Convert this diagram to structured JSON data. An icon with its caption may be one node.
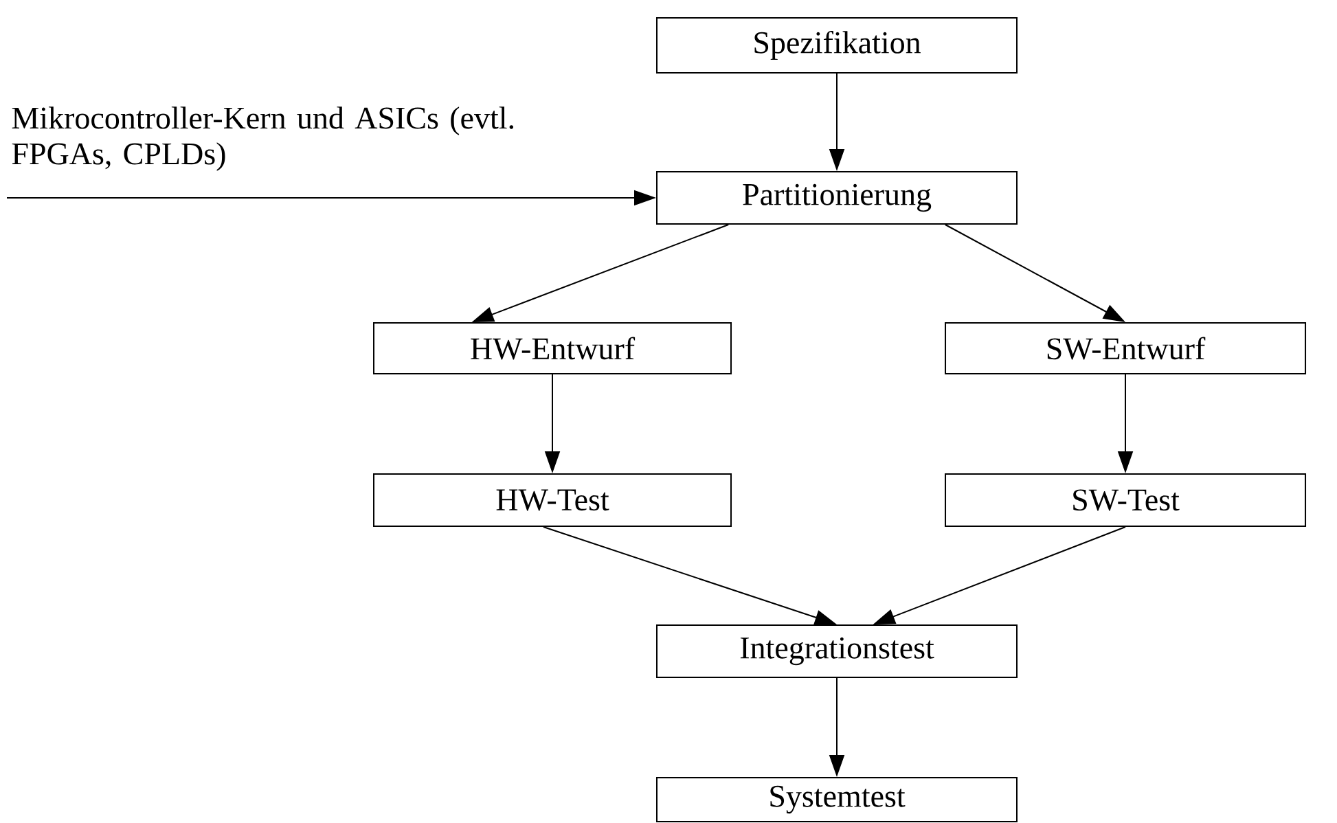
{
  "diagram": {
    "nodes": [
      {
        "text": [
          "Spezifikation"
        ]
      },
      {
        "text": [
          "Partitionierung"
        ]
      },
      {
        "text": [
          "HW-Entwurf"
        ]
      },
      {
        "text": [
          "SW-Entwurf"
        ]
      },
      {
        "text": [
          "HW-Test"
        ]
      },
      {
        "text": [
          "SW-Test"
        ]
      },
      {
        "text": [
          "Integrationstest"
        ]
      },
      {
        "text": [
          "Systemtest"
        ]
      }
    ],
    "edges": [
      {
        "from": 0,
        "to": 1,
        "arrow": "to"
      },
      {
        "from": null,
        "to": 1,
        "arrow": "to",
        "label": "Mikrocontroller-Kern und ASICs (evtl. FPGAs, CPLDs)"
      },
      {
        "from": 1,
        "to": 2,
        "arrow": "to"
      },
      {
        "from": 1,
        "to": 3,
        "arrow": "to"
      },
      {
        "from": 2,
        "to": 4,
        "arrow": "to"
      },
      {
        "from": 3,
        "to": 5,
        "arrow": "to"
      },
      {
        "from": 4,
        "to": 6,
        "arrow": "to"
      },
      {
        "from": 5,
        "to": 6,
        "arrow": "to"
      },
      {
        "from": 6,
        "to": 7,
        "arrow": "to"
      }
    ]
  }
}
